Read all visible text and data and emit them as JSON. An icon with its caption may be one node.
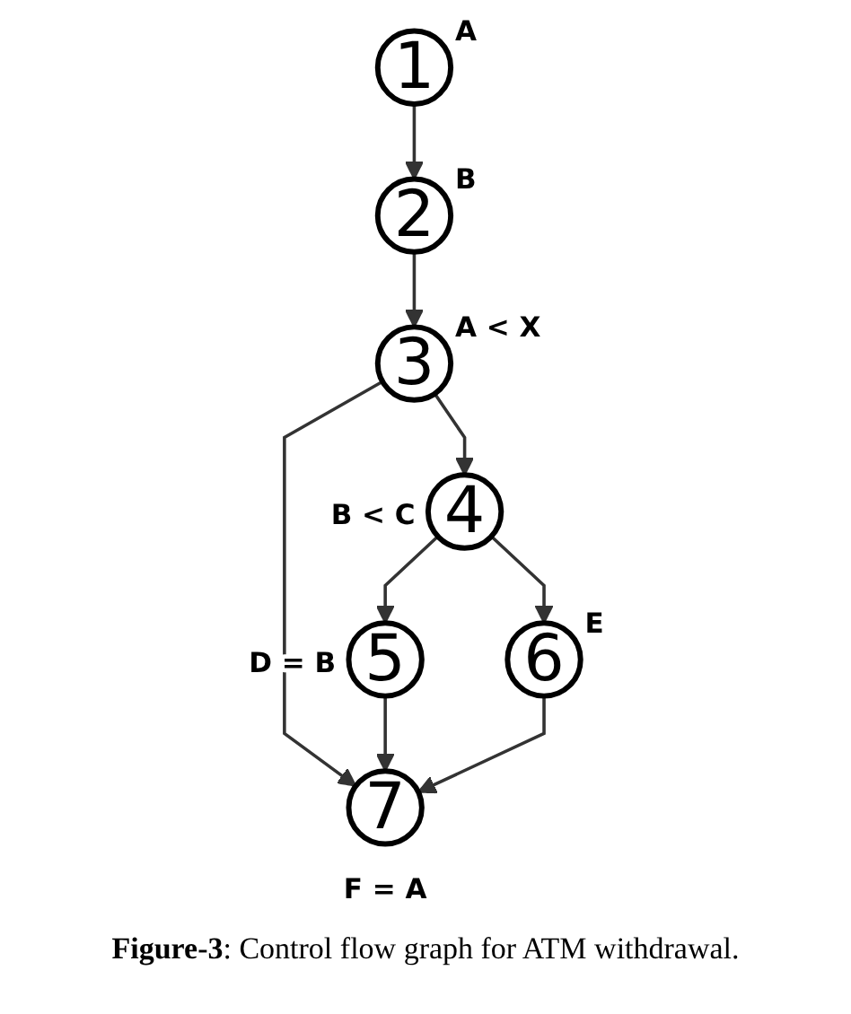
{
  "diagram": {
    "caption": "**Figure-3**: Control flow graph for ATM withdrawal.",
    "nodes": [
      {
        "text": [
          "1"
        ],
        "beside": [
          "A"
        ]
      },
      {
        "text": [
          "2"
        ],
        "beside": [
          "B"
        ]
      },
      {
        "text": [
          "3"
        ],
        "beside": [
          "A < X"
        ]
      },
      {
        "text": [
          "4"
        ],
        "beside": [
          "B < C"
        ]
      },
      {
        "text": [
          "5"
        ],
        "beside": [
          "D = B"
        ]
      },
      {
        "text": [
          "6"
        ],
        "beside": [
          "E"
        ]
      },
      {
        "text": [
          "7"
        ],
        "beside": [
          "F = A"
        ]
      }
    ],
    "edges": [
      {
        "from": 0,
        "to": 1,
        "arrow": "to"
      },
      {
        "from": 1,
        "to": 2,
        "arrow": "to"
      },
      {
        "from": 2,
        "to": 3,
        "arrow": "to"
      },
      {
        "from": 2,
        "to": 6,
        "arrow": "to"
      },
      {
        "from": 3,
        "to": 4,
        "arrow": "to"
      },
      {
        "from": 3,
        "to": 5,
        "arrow": "to"
      },
      {
        "from": 4,
        "to": 6,
        "arrow": "to"
      },
      {
        "from": 5,
        "to": 6,
        "arrow": "to"
      }
    ]
  }
}
